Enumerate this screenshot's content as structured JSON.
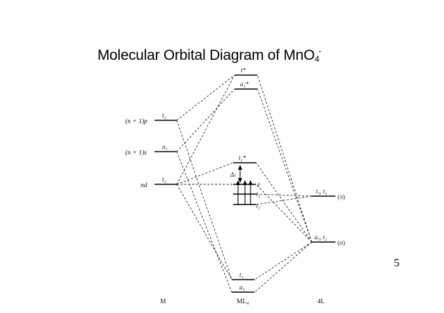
{
  "slide": {
    "title_main": "Molecular Orbital Diagram of MnO",
    "title_sub": "4",
    "title_sup": "-",
    "page_number": "5"
  },
  "diagram": {
    "metal_levels": {
      "np": "(n + 1)p",
      "ns": "(n + 1)s",
      "nd": "nd",
      "np_sym": "t₂",
      "ns_sym": "a₁",
      "nd_sym": "t₂"
    },
    "complex_levels": {
      "t_star": "t*",
      "a1_star": "a₁*",
      "t2_star": "t₂*",
      "delta": "Δₜ",
      "e": "e",
      "t1": "t₁",
      "t2_low": "t₂",
      "t2_bond": "t₂",
      "a1_bond": "a₁"
    },
    "ligand_levels": {
      "pi_sym": "t₁, t₂",
      "pi_label": "(π)",
      "sigma_sym": "a₁, t₂",
      "sigma_label": "(σ)"
    },
    "columns": {
      "metal": "M",
      "complex": "ML₄",
      "ligand": "4L"
    }
  }
}
